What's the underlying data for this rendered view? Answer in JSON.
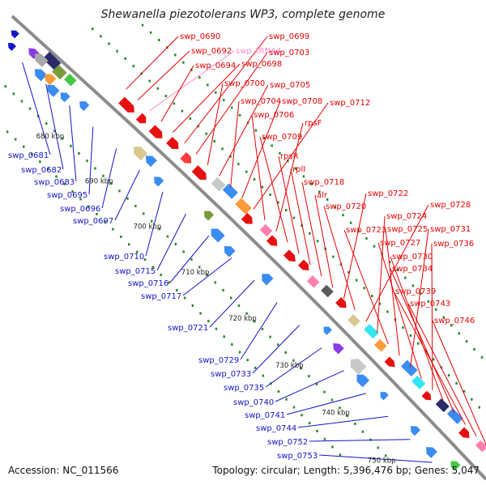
{
  "title": "Shewanella piezotolerans WP3, complete genome",
  "footer": {
    "accession": "Accession: NC_011566",
    "topology": "Topology: circular; Length: 5,396,476 bp; Genes: 5,047"
  },
  "colors": {
    "forward_label": "#e60000",
    "reverse_label": "#1414c8",
    "trna_label": "#ff8ccc",
    "backbone": "#8c8c8c",
    "scale_dots": "#2a8a2a"
  },
  "scale_ticks": [
    {
      "label": "680 kbp"
    },
    {
      "label": "690 kbp"
    },
    {
      "label": "700 kbp"
    },
    {
      "label": "710 kbp"
    },
    {
      "label": "720 kbp"
    },
    {
      "label": "730 kbp"
    },
    {
      "label": "740 kbp"
    },
    {
      "label": "750 kbp"
    }
  ],
  "forward_labels": [
    {
      "text": "swp_0690"
    },
    {
      "text": "swp_0692"
    },
    {
      "text": "swp_tRNA4"
    },
    {
      "text": "swp_0694"
    },
    {
      "text": "swp_0698"
    },
    {
      "text": "swp_0699"
    },
    {
      "text": "swp_0703"
    },
    {
      "text": "swp_0700"
    },
    {
      "text": "swp_0705"
    },
    {
      "text": "swp_0704"
    },
    {
      "text": "swp_0708"
    },
    {
      "text": "swp_0712"
    },
    {
      "text": "swp_0706"
    },
    {
      "text": "rpsF"
    },
    {
      "text": "swp_0709"
    },
    {
      "text": "rpsR"
    },
    {
      "text": "rplI"
    },
    {
      "text": "swp_0718"
    },
    {
      "text": "alr"
    },
    {
      "text": "swp_0722"
    },
    {
      "text": "swp_0720"
    },
    {
      "text": "swp_0728"
    },
    {
      "text": "swp_0724"
    },
    {
      "text": "swp_0723"
    },
    {
      "text": "swp_0725"
    },
    {
      "text": "swp_0731"
    },
    {
      "text": "swp_0727"
    },
    {
      "text": "swp_0736"
    },
    {
      "text": "swp_0730"
    },
    {
      "text": "swp_0734"
    },
    {
      "text": "swp_0739"
    },
    {
      "text": "swp_0743"
    },
    {
      "text": "swp_0746"
    }
  ],
  "reverse_labels": [
    {
      "text": "swp_0681"
    },
    {
      "text": "swp_0682"
    },
    {
      "text": "swp_0683"
    },
    {
      "text": "swp_0695"
    },
    {
      "text": "swp_0696"
    },
    {
      "text": "swp_0697"
    },
    {
      "text": "swp_0710"
    },
    {
      "text": "swp_0715"
    },
    {
      "text": "swp_0716"
    },
    {
      "text": "swp_0717"
    },
    {
      "text": "swp_0721"
    },
    {
      "text": "swp_0729"
    },
    {
      "text": "swp_0733"
    },
    {
      "text": "swp_0735"
    },
    {
      "text": "swp_0740"
    },
    {
      "text": "swp_0741"
    },
    {
      "text": "swp_0744"
    },
    {
      "text": "swp_0752"
    },
    {
      "text": "swp_0753"
    }
  ]
}
